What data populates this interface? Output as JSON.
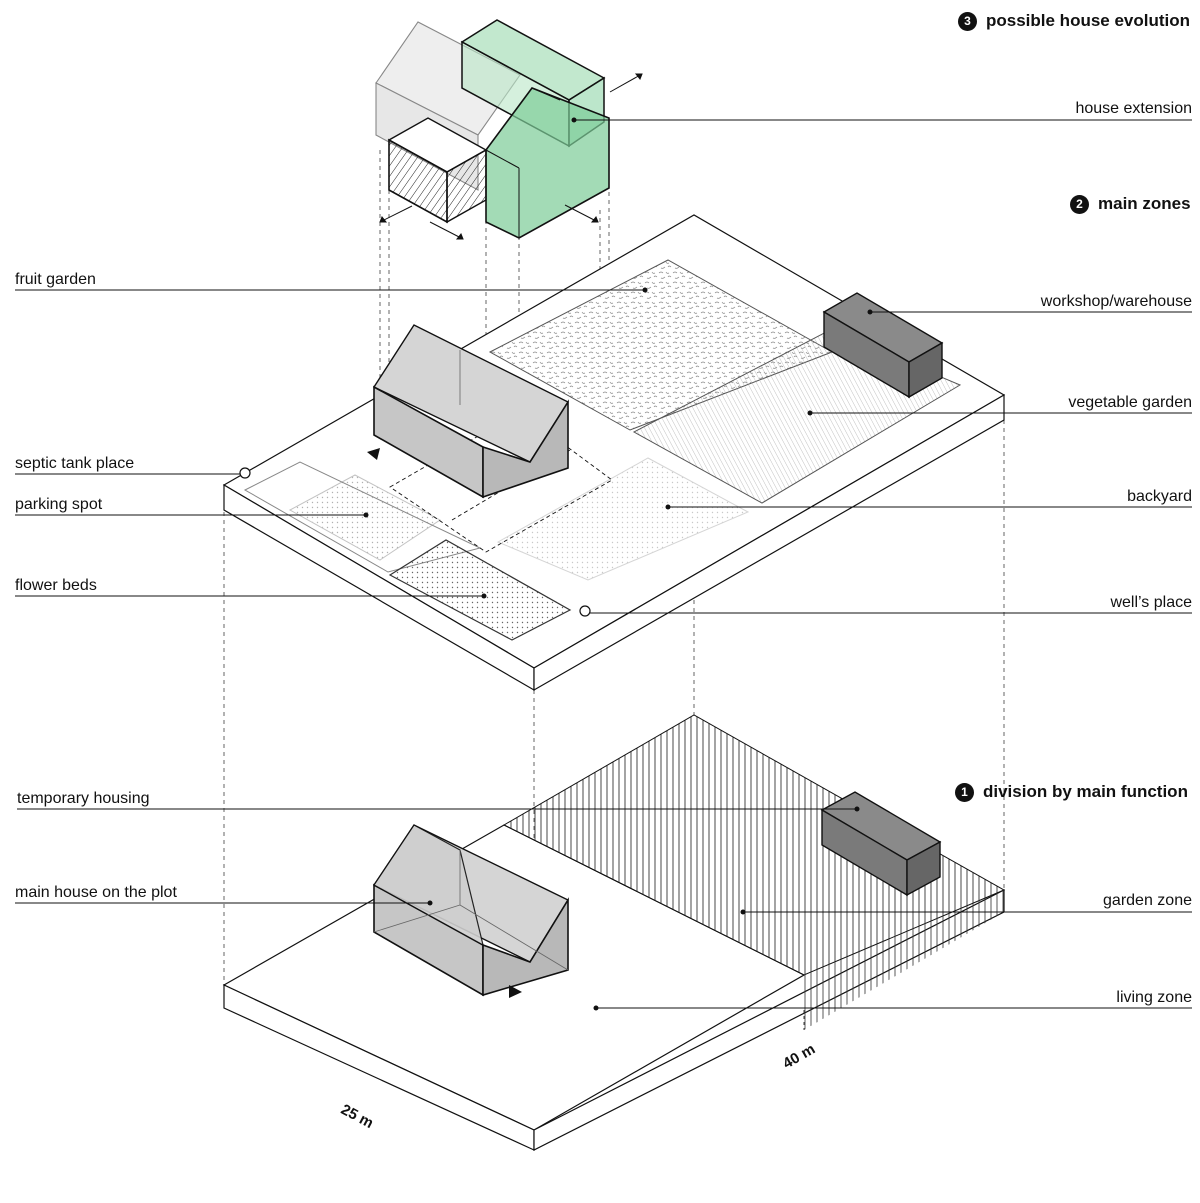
{
  "sections": [
    {
      "number": "3",
      "title": "possible house evolution"
    },
    {
      "number": "2",
      "title": "main zones"
    },
    {
      "number": "1",
      "title": "division by main function"
    }
  ],
  "labels": {
    "house_extension": "house extension",
    "fruit_garden": "fruit garden",
    "workshop_warehouse": "workshop/warehouse",
    "vegetable_garden": "vegetable garden",
    "septic_tank_place": "septic tank place",
    "parking_spot": "parking spot",
    "backyard": "backyard",
    "flower_beds": "flower beds",
    "wells_place": "well’s place",
    "temporary_housing": "temporary housing",
    "main_house_on_the_plot": "main house on the plot",
    "garden_zone": "garden zone",
    "living_zone": "living zone"
  },
  "dimensions": {
    "plot_width": "25 m",
    "plot_length": "40 m"
  },
  "colors": {
    "extension_green": "#8fd6a8",
    "extension_green_dark": "#5fbf85",
    "building_grey": "#c9c9c9",
    "building_grey_dark": "#808080",
    "line": "#111111"
  }
}
